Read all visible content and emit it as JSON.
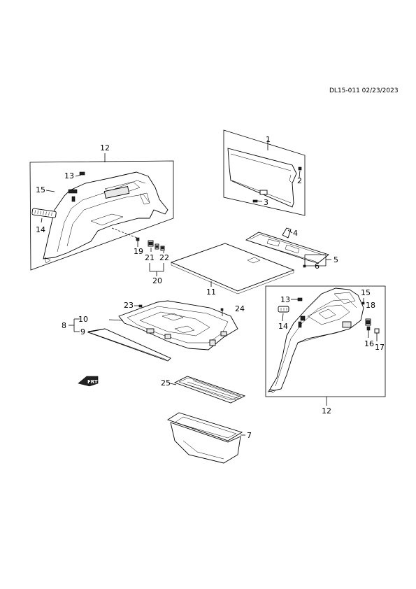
{
  "doc_id": "DL15-011 02/23/2023",
  "callouts": {
    "c1": "1",
    "c2": "2",
    "c3": "3",
    "c4": "4",
    "c5": "5",
    "c6": "6",
    "c7": "7",
    "c8": "8",
    "c9": "9",
    "c10": "10",
    "c11": "11",
    "c12_left": "12",
    "c12_right": "12",
    "c13_left": "13",
    "c13_right": "13",
    "c14_left": "14",
    "c14_right": "14",
    "c15_left": "15",
    "c15_right": "15",
    "c16": "16",
    "c17": "17",
    "c18": "18",
    "c19": "19",
    "c20": "20",
    "c21": "21",
    "c22": "22",
    "c23": "23",
    "c24": "24",
    "c25": "25"
  },
  "front_indicator": "FRT"
}
